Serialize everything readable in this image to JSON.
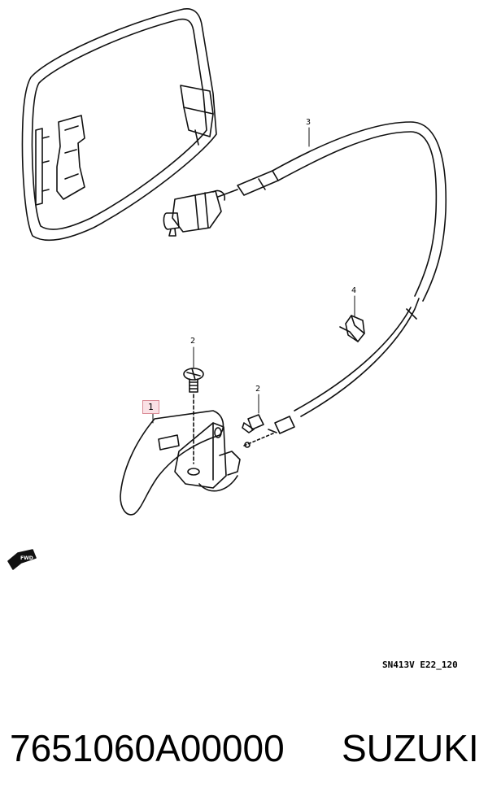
{
  "diagram": {
    "callouts": {
      "c1": "1",
      "c2a": "2",
      "c2b": "2",
      "c3": "3",
      "c4": "4"
    },
    "fwd_label": "FWD",
    "ref_code": "SN413V E22_120",
    "highlight_color": "#f0aab4"
  },
  "footer": {
    "part_number": "7651060A00000",
    "brand": "SUZUKI"
  }
}
